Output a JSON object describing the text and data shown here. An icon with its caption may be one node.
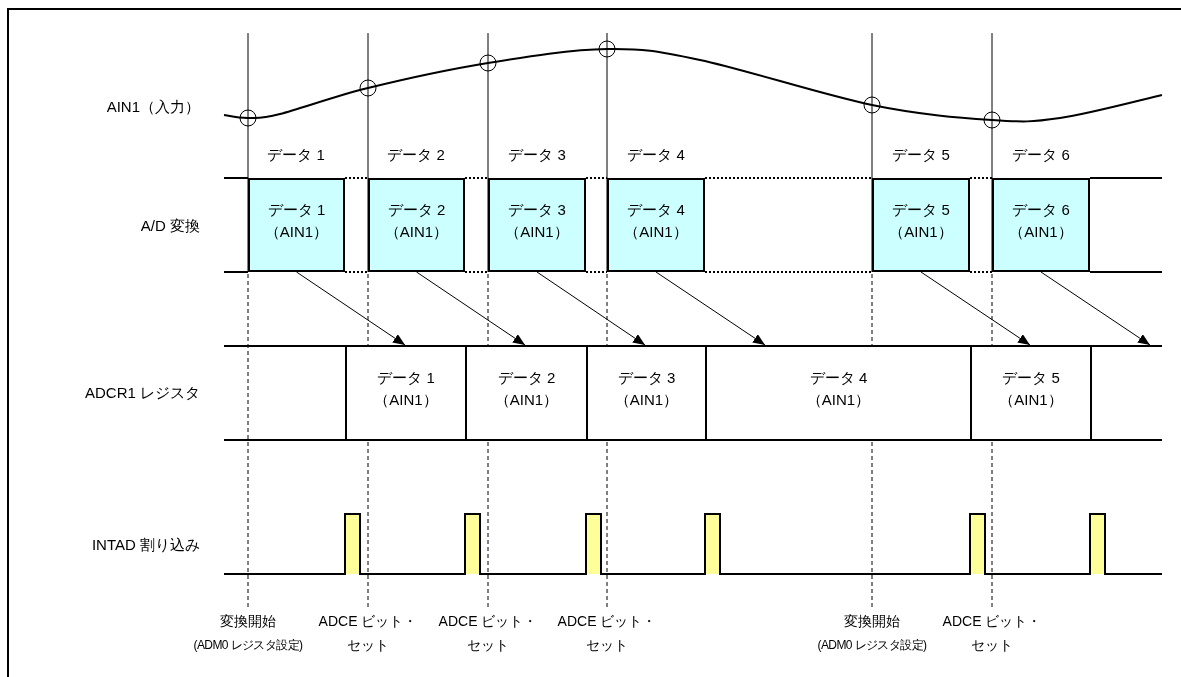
{
  "diagram": {
    "nodes": [
      {
        "text": [
          "データ 1",
          "（AIN1）"
        ]
      },
      {
        "text": [
          "データ 2",
          "（AIN1）"
        ]
      },
      {
        "text": [
          "データ 3",
          "（AIN1）"
        ]
      },
      {
        "text": [
          "データ 4",
          "（AIN1）"
        ]
      },
      {
        "text": [
          "データ 5",
          "（AIN1）"
        ]
      },
      {
        "text": [
          "データ 6",
          "（AIN1）"
        ]
      },
      {
        "text": [],
        "shape": "box"
      },
      {
        "text": [
          "データ 1",
          "（AIN1）"
        ]
      },
      {
        "text": [
          "データ 2",
          "（AIN1）"
        ]
      },
      {
        "text": [
          "データ 3",
          "（AIN1）"
        ]
      },
      {
        "text": [
          "データ 4",
          "（AIN1）"
        ]
      },
      {
        "text": [
          "データ 5",
          "（AIN1）"
        ]
      },
      {
        "text": [],
        "shape": "box"
      }
    ],
    "edges": [
      {
        "from": 0,
        "to": 7,
        "arrow": "to"
      },
      {
        "from": 1,
        "to": 8,
        "arrow": "to"
      },
      {
        "from": 2,
        "to": 9,
        "arrow": "to"
      },
      {
        "from": 3,
        "to": 10,
        "arrow": "to"
      },
      {
        "from": 4,
        "to": 11,
        "arrow": "to"
      },
      {
        "from": 5,
        "to": 12,
        "arrow": "to"
      }
    ],
    "labels": [
      "AIN1（入力）",
      "データ 1",
      "データ 2",
      "データ 3",
      "データ 4",
      "データ 5",
      "データ 6",
      "A/D 変換",
      "ADCR1 レジスタ",
      "INTAD 割り込み",
      "変換開始",
      "(ADM0 レジスタ設定)",
      "ADCE ビット・セット",
      "ADCE ビット・セット",
      "ADCE ビット・セット",
      "変換開始",
      "(ADM0 レジスタ設定)",
      "ADCE ビット・セット"
    ]
  }
}
